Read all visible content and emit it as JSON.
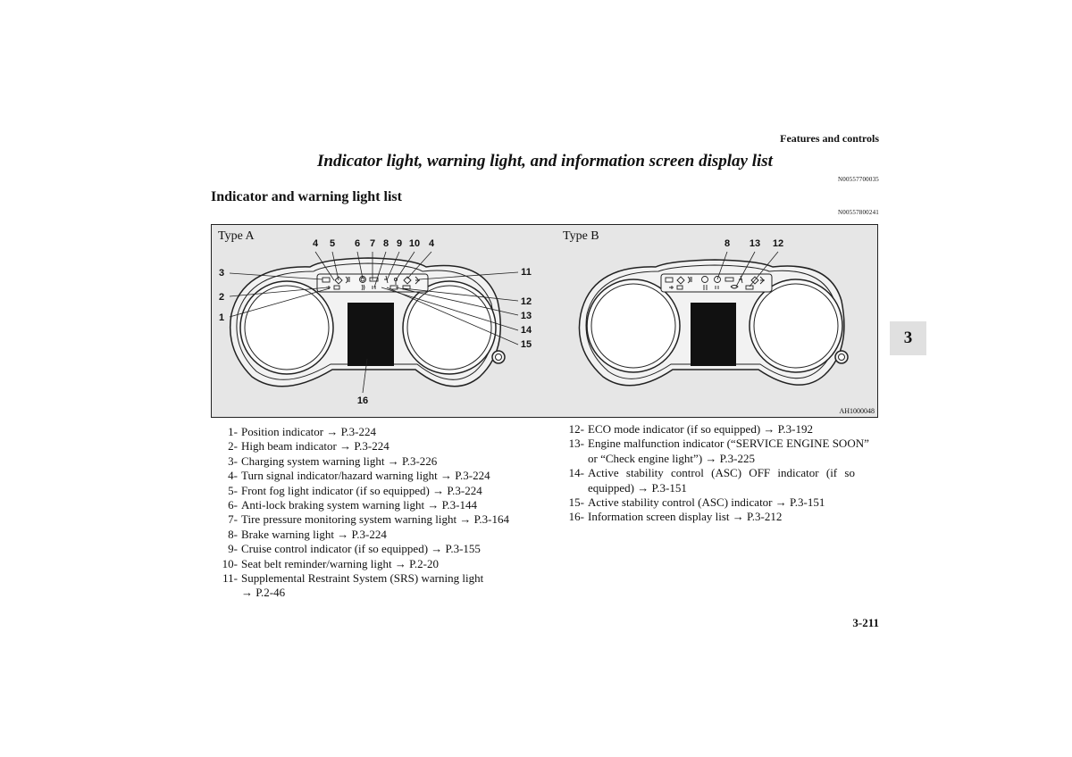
{
  "header": {
    "section": "Features and controls"
  },
  "title": "Indicator light, warning light, and information screen display list",
  "doc_codes": {
    "title_code": "N00557700035",
    "subheading_code": "N00557800241"
  },
  "subheading": "Indicator and warning light list",
  "figure": {
    "type_a_label": "Type A",
    "type_b_label": "Type B",
    "figure_code": "AH1000048",
    "type_a_top_callouts": [
      "4",
      "5",
      "6",
      "7",
      "8",
      "9",
      "10",
      "4"
    ],
    "type_a_left_callouts": [
      "3",
      "2",
      "1"
    ],
    "type_a_right_callouts": [
      "11",
      "12",
      "13",
      "14",
      "15"
    ],
    "type_a_bottom_callout": "16",
    "type_b_callouts": [
      "8",
      "13",
      "12"
    ]
  },
  "list_left": [
    {
      "num": "1-",
      "text": "Position indicator → P.3-224"
    },
    {
      "num": "2-",
      "text": "High beam indicator → P.3-224"
    },
    {
      "num": "3-",
      "text": "Charging system warning light → P.3-226"
    },
    {
      "num": "4-",
      "text": "Turn signal indicator/hazard warning light → P.3-224"
    },
    {
      "num": "5-",
      "text": "Front fog light indicator (if so equipped) → P.3-224"
    },
    {
      "num": "6-",
      "text": "Anti-lock braking system warning light → P.3-144"
    },
    {
      "num": "7-",
      "text": "Tire pressure monitoring system warning light → P.3-164"
    },
    {
      "num": "8-",
      "text": "Brake warning light → P.3-224"
    },
    {
      "num": "9-",
      "text": "Cruise control indicator (if so equipped) → P.3-155"
    },
    {
      "num": "10-",
      "text": "Seat belt reminder/warning light → P.2-20"
    },
    {
      "num": "11-",
      "text": "Supplemental Restraint System (SRS) warning light",
      "text2": "→ P.2-46"
    }
  ],
  "list_right": [
    {
      "num": "12-",
      "text": "ECO mode indicator (if so equipped) → P.3-192"
    },
    {
      "num": "13-",
      "text": "Engine malfunction indicator (“SERVICE ENGINE SOON”",
      "text2": "or “Check engine light”) → P.3-225"
    },
    {
      "num": "14-",
      "text": "Active stability control (ASC) OFF indicator (if so",
      "text2": "equipped) → P.3-151"
    },
    {
      "num": "15-",
      "text": "Active stability control (ASC) indicator → P.3-151"
    },
    {
      "num": "16-",
      "text": "Information screen display list → P.3-212"
    }
  ],
  "side_tab": "3",
  "page_number": "3-211"
}
